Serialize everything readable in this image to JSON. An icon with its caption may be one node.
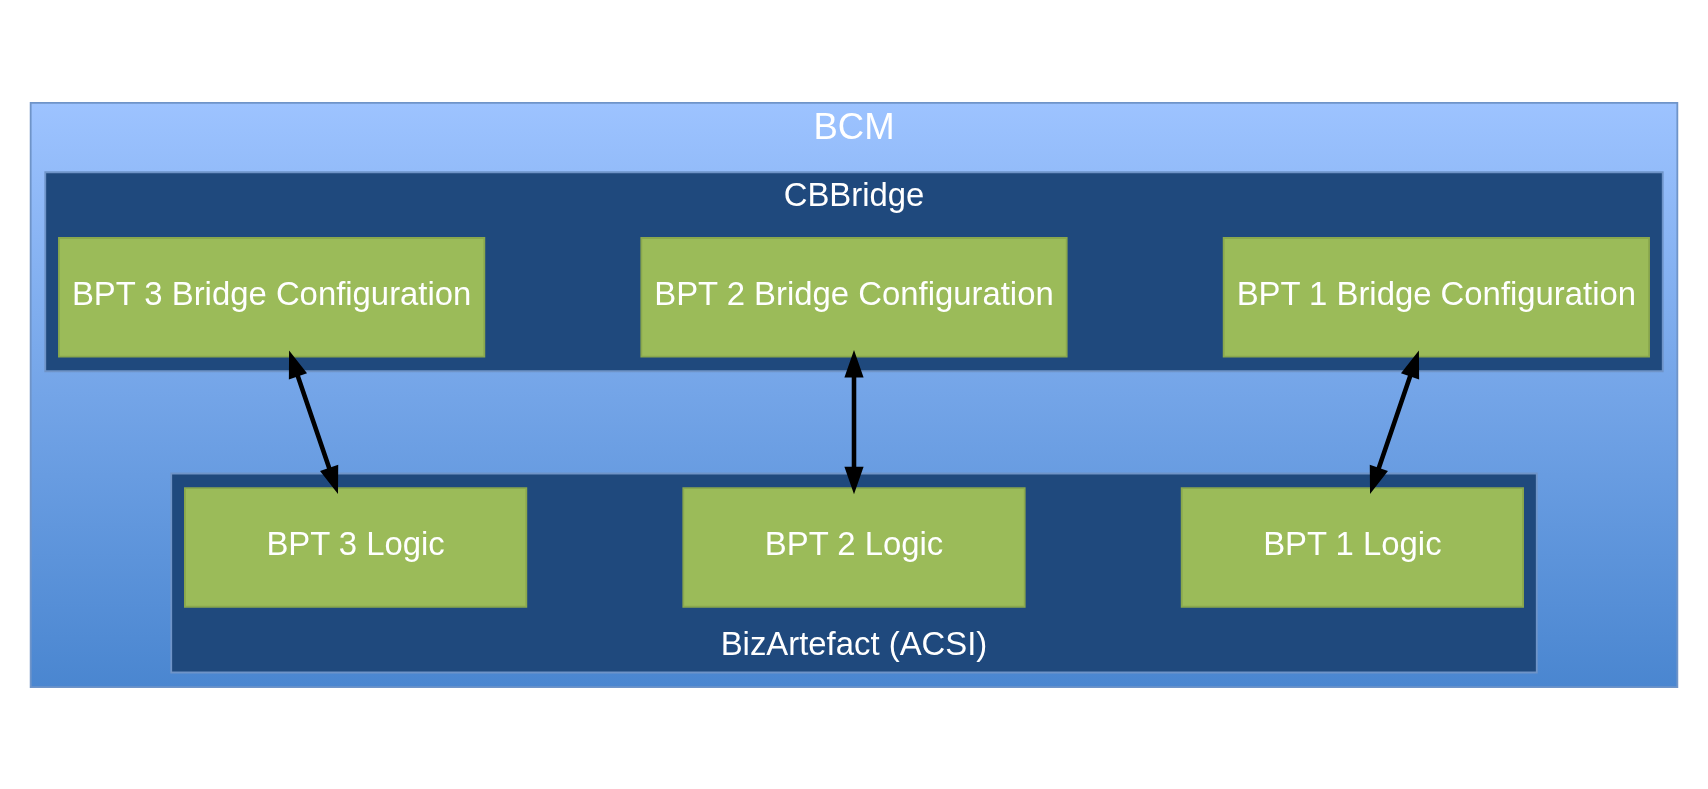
{
  "diagram": {
    "nodes": [
      {
        "text": [
          "BCM"
        ]
      },
      {
        "text": [
          "CBBridge"
        ],
        "in": 0
      },
      {
        "text": [
          "BPT 1 Bridge Configuration"
        ],
        "in": 1
      },
      {
        "text": [
          "BPT 2 Bridge Configuration"
        ],
        "in": 1
      },
      {
        "text": [
          "BPT 3 Bridge Configuration"
        ],
        "in": 1
      },
      {
        "text": [
          "BizArtefact (ACSI)"
        ],
        "in": 0
      },
      {
        "text": [
          "BPT 1 Logic"
        ],
        "in": 5
      },
      {
        "text": [
          "BPT 2 Logic"
        ],
        "in": 5
      },
      {
        "text": [
          "BPT 3 Logic"
        ],
        "in": 5
      }
    ],
    "edges": [
      {
        "from": 2,
        "to": 6,
        "arrow": "both"
      },
      {
        "from": 3,
        "to": 7,
        "arrow": "both"
      },
      {
        "from": 4,
        "to": 8,
        "arrow": "both"
      }
    ]
  }
}
